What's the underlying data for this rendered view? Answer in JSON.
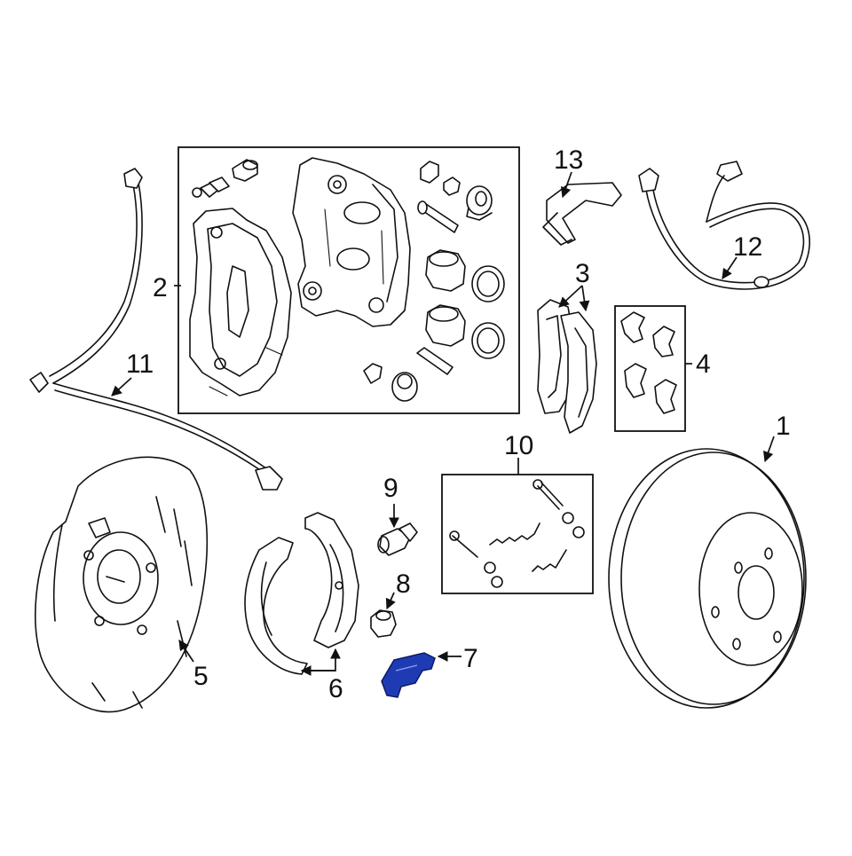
{
  "diagram": {
    "highlight_color": "#1f3bb3",
    "callouts": [
      {
        "key": "c1",
        "label": "1"
      },
      {
        "key": "c2",
        "label": "2"
      },
      {
        "key": "c3",
        "label": "3"
      },
      {
        "key": "c4",
        "label": "4"
      },
      {
        "key": "c5",
        "label": "5"
      },
      {
        "key": "c6",
        "label": "6"
      },
      {
        "key": "c7",
        "label": "7"
      },
      {
        "key": "c8",
        "label": "8"
      },
      {
        "key": "c9",
        "label": "9"
      },
      {
        "key": "c10",
        "label": "10"
      },
      {
        "key": "c11",
        "label": "11"
      },
      {
        "key": "c12",
        "label": "12"
      },
      {
        "key": "c13",
        "label": "13"
      }
    ],
    "highlighted_part": "7"
  }
}
